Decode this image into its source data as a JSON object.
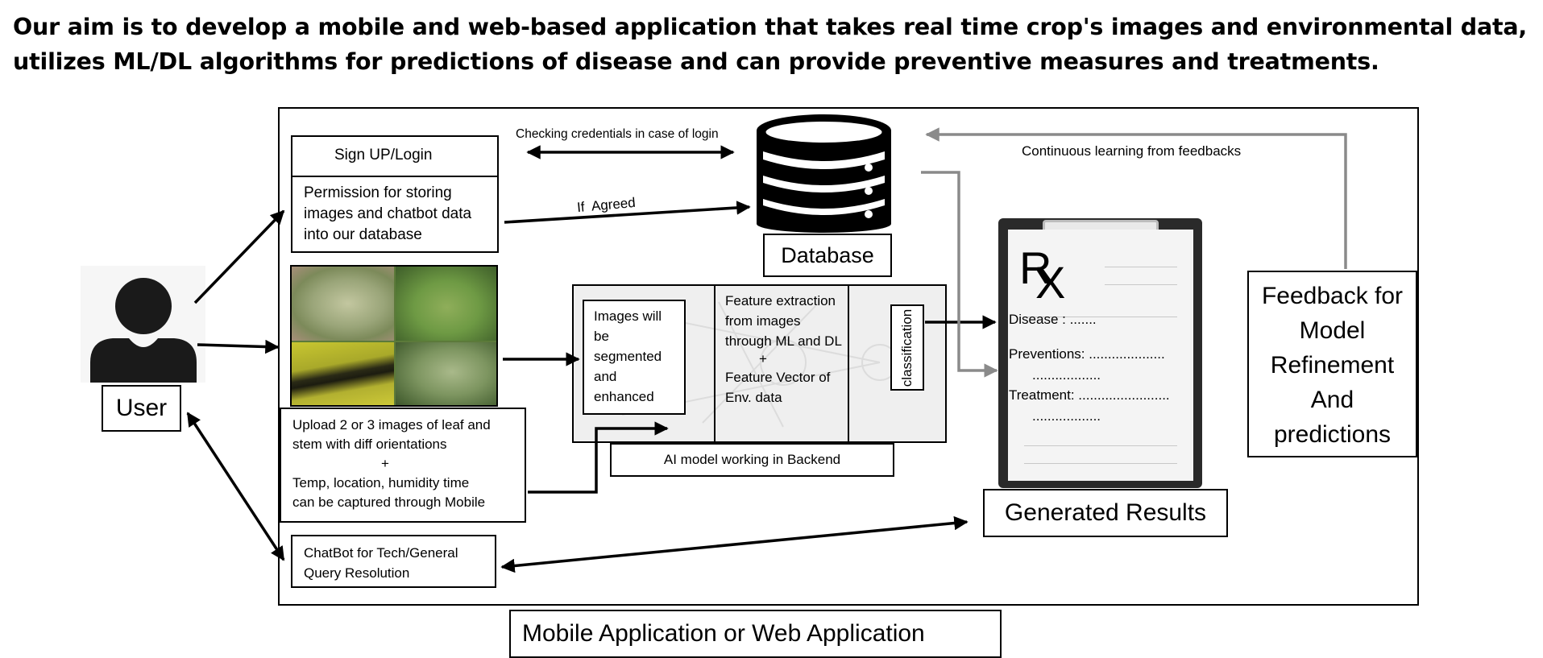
{
  "heading": "Our aim is to develop a mobile and web-based application that takes real time crop's images and environmental data, utilizes ML/DL algorithms for predictions of disease and can provide preventive measures and treatments.",
  "user_label": "User",
  "signup_label": "Sign UP/Login",
  "permission_text": "Permission for storing images and chatbot data into our database",
  "credentials_label": "Checking credentials in case of login",
  "if_agreed_label": "If  Agreed",
  "database_label": "Database",
  "continuous_learning_label": "Continuous learning from feedbacks",
  "upload_text": {
    "line1": "Upload 2 or 3 images of leaf and",
    "line2": "stem with diff orientations",
    "plus": "+",
    "line3": "Temp, location, humidity time",
    "line4": "can be captured through Mobile"
  },
  "segment_text": "Images will be segmented and enhanced",
  "feature_text": {
    "line1": "Feature extraction from images through ML and DL",
    "plus": "+",
    "line2": "Feature Vector of Env. data"
  },
  "classification_label": "classification",
  "ai_model_label": "AI model working in Backend",
  "prescription": {
    "rx": "R",
    "rx_x": "X",
    "disease": "Disease : .......",
    "preventions": "Preventions: ....................",
    "preventions_cont": "..................",
    "treatment": "Treatment: ........................",
    "treatment_cont": ".................."
  },
  "generated_results_label": "Generated Results",
  "feedback_text": "Feedback for Model Refinement And predictions",
  "chatbot_text": "ChatBot for Tech/General Query Resolution",
  "footer_label": "Mobile Application or Web Application",
  "colors": {
    "grey_arrow": "#8a8a8a",
    "panel_bg": "#efefef",
    "leaf_green": "#6f8f4a"
  }
}
